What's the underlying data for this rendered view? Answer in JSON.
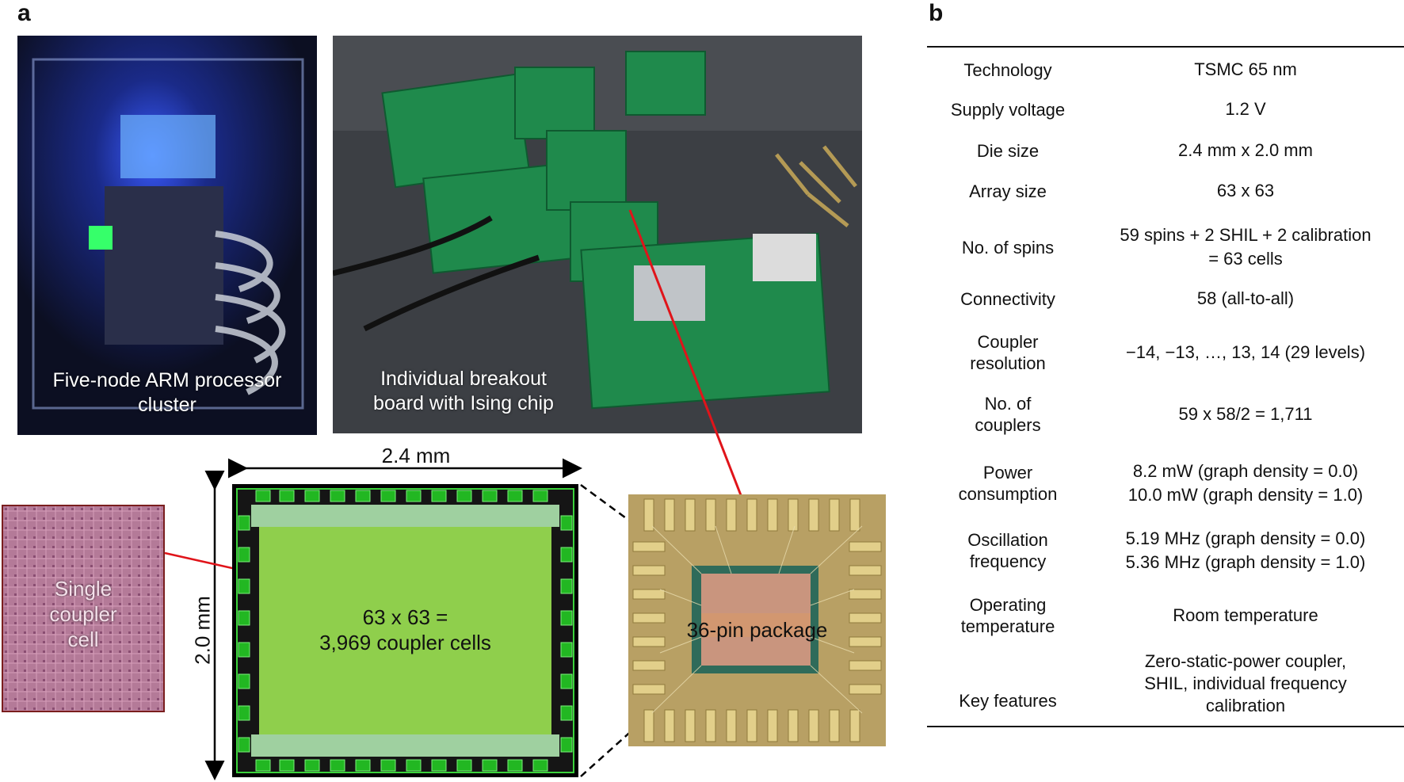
{
  "panel_a": {
    "letter": "a",
    "cluster_caption": [
      "Five-node ARM processor",
      "cluster"
    ],
    "board_caption": [
      "Individual breakout",
      "board with Ising chip"
    ],
    "dim_width": "2.4 mm",
    "dim_height": "2.0 mm",
    "array_text": [
      "63 x 63 =",
      "3,969 coupler cells"
    ],
    "coupler_cell_caption": [
      "Single",
      "coupler",
      "cell"
    ],
    "package_caption": "36-pin package"
  },
  "panel_b": {
    "letter": "b",
    "rows": [
      {
        "param": [
          "Technology"
        ],
        "value": [
          "TSMC 65 nm"
        ]
      },
      {
        "param": [
          "Supply voltage"
        ],
        "value": [
          "1.2 V"
        ]
      },
      {
        "param": [
          "Die size"
        ],
        "value": [
          "2.4 mm x 2.0 mm"
        ]
      },
      {
        "param": [
          "Array size"
        ],
        "value": [
          "63 x 63"
        ]
      },
      {
        "param": [
          "No. of spins"
        ],
        "value": [
          "59 spins + 2 SHIL + 2 calibration",
          "= 63 cells"
        ]
      },
      {
        "param": [
          "Connectivity"
        ],
        "value": [
          "58 (all-to-all)"
        ]
      },
      {
        "param": [
          "Coupler",
          "resolution"
        ],
        "value": [
          "−14, −13, …, 13, 14 (29 levels)"
        ]
      },
      {
        "param": [
          "No. of",
          "couplers"
        ],
        "value": [
          "59 x 58/2 = 1,711"
        ]
      },
      {
        "param": [
          "Power",
          "consumption"
        ],
        "value": [
          "8.2 mW (graph density = 0.0)",
          "10.0 mW (graph density = 1.0)"
        ]
      },
      {
        "param": [
          "Oscillation",
          "frequency"
        ],
        "value": [
          "5.19 MHz (graph density = 0.0)",
          "5.36 MHz (graph density = 1.0)"
        ]
      },
      {
        "param": [
          "Operating",
          "temperature"
        ],
        "value": [
          "Room temperature"
        ]
      },
      {
        "param": [
          "Key features"
        ],
        "value": [
          "Zero-static-power coupler,",
          "SHIL, individual frequency",
          "calibration"
        ]
      }
    ]
  }
}
